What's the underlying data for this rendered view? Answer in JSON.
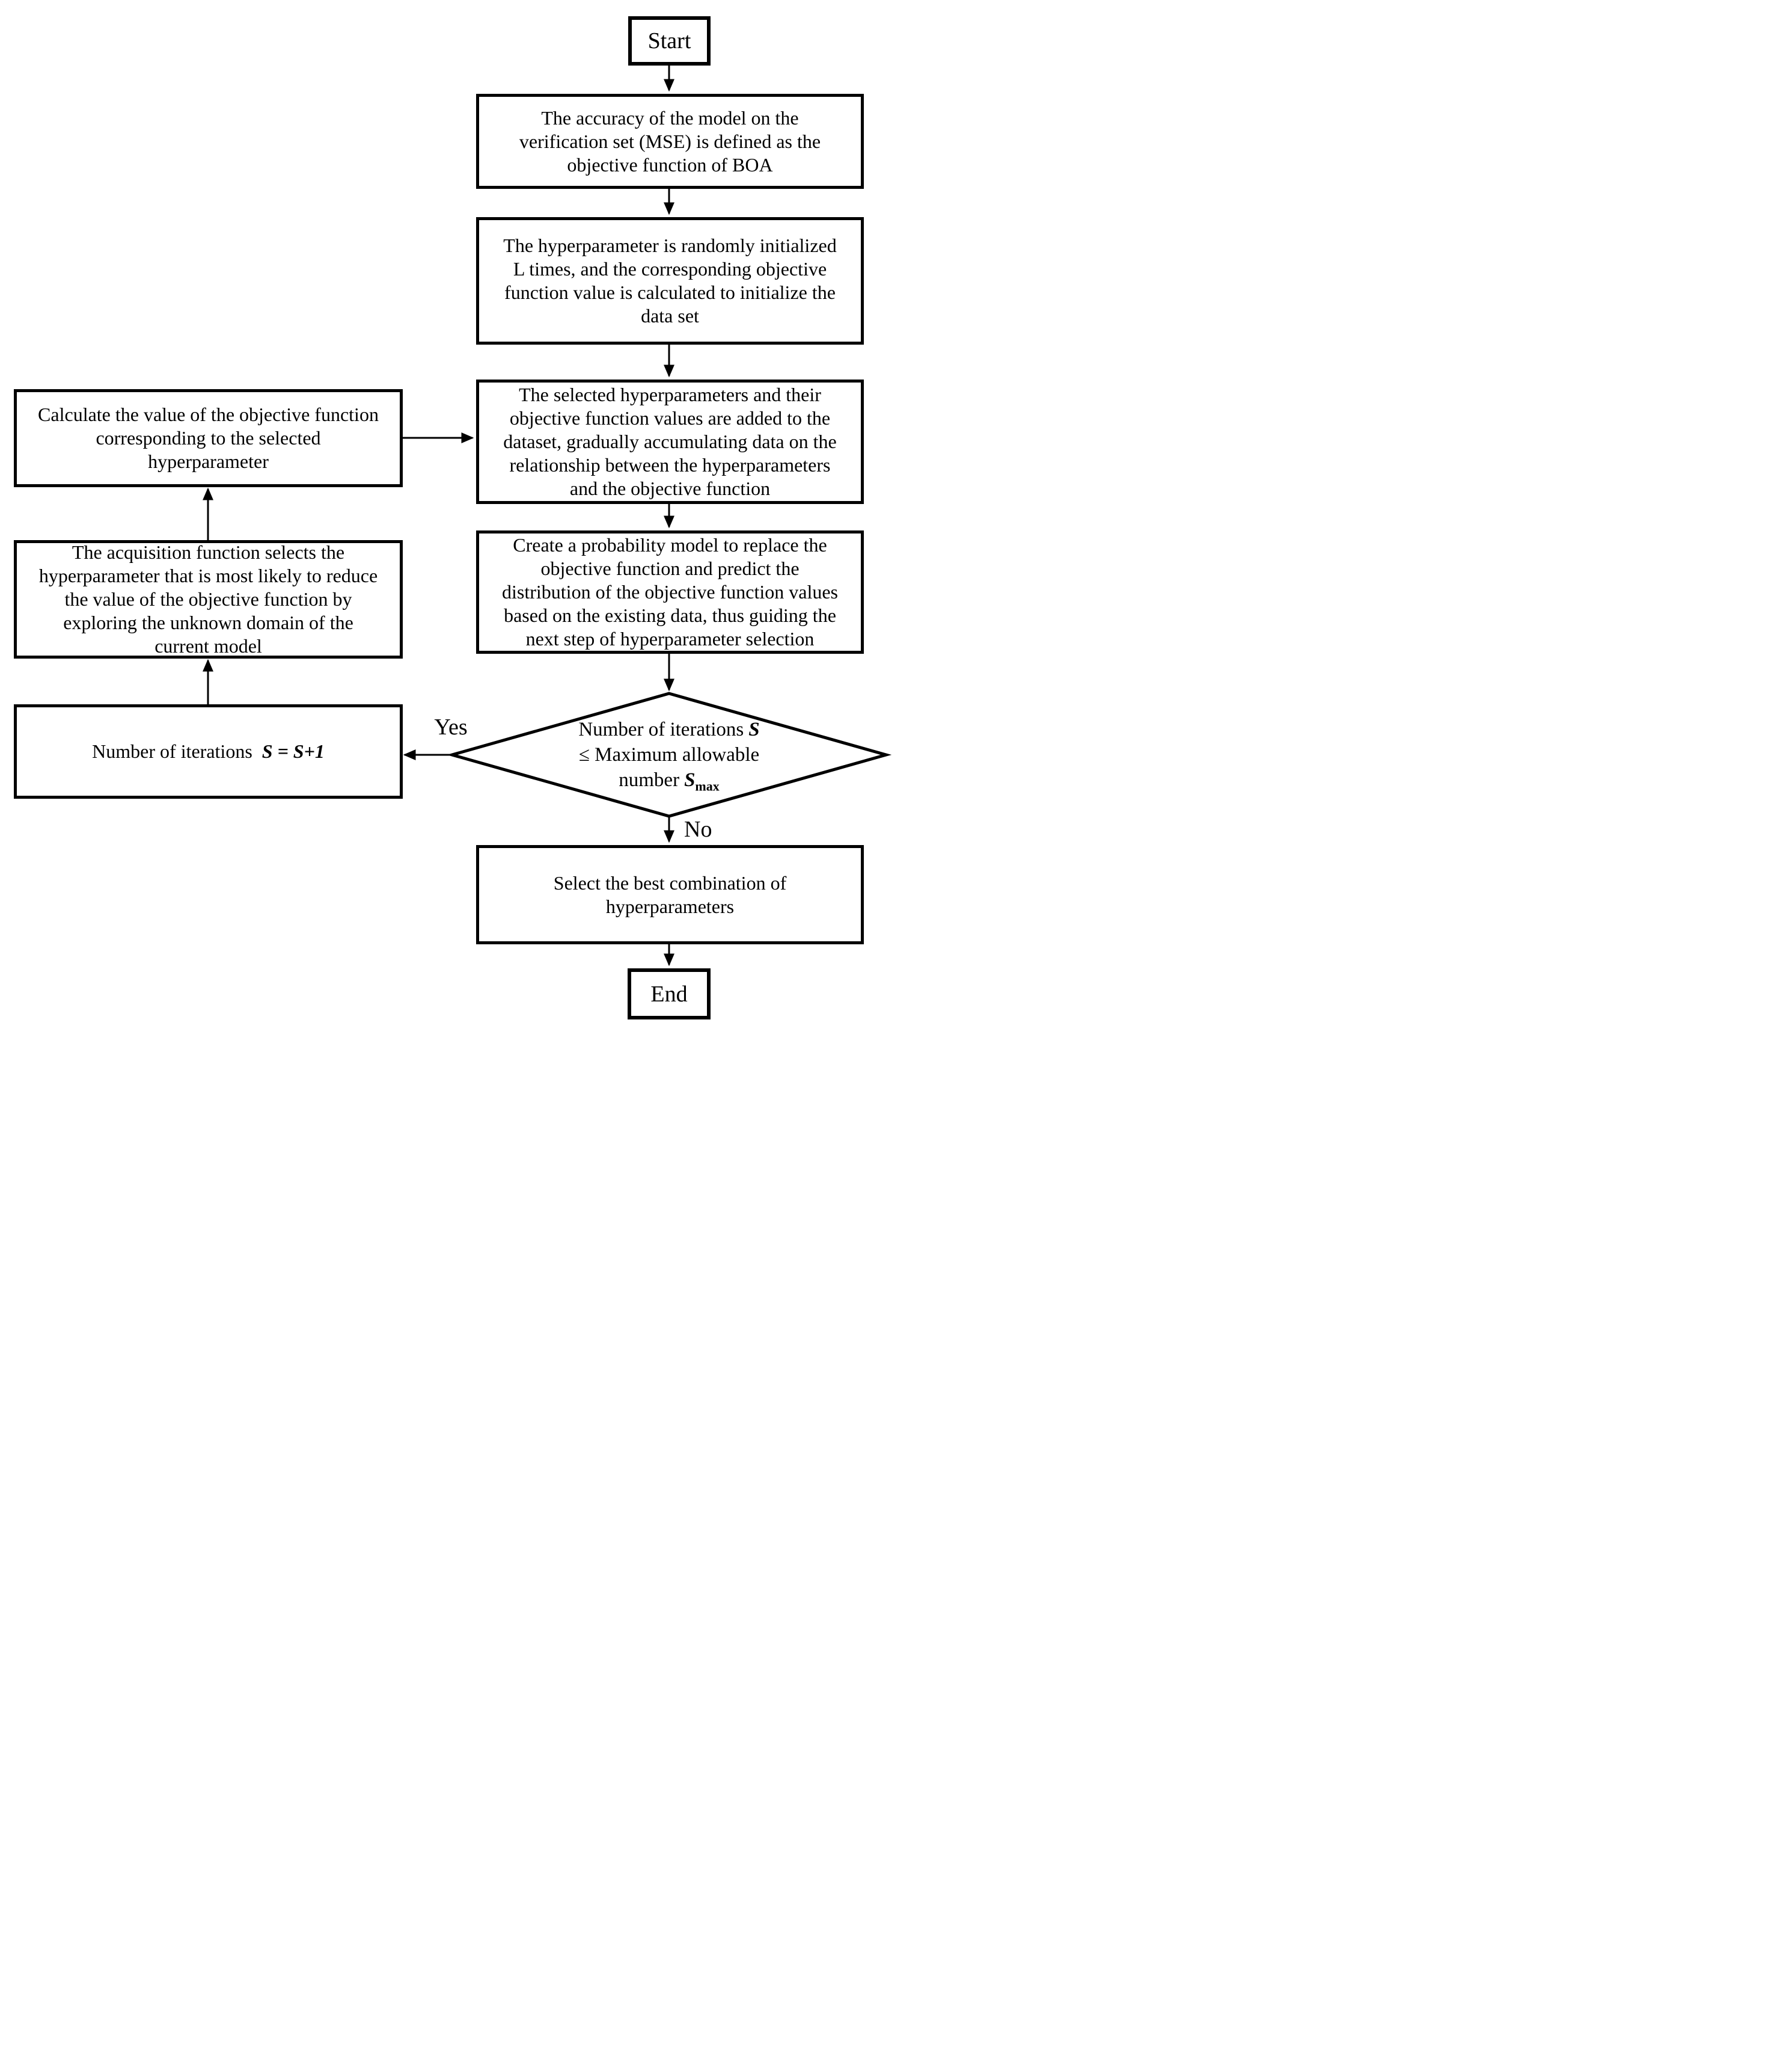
{
  "figure": {
    "background_color": "#ffffff",
    "line_color": "#000000",
    "type": "flowchart",
    "topic": "Bayesian Optimization Algorithm (BOA) hyperparameter tuning flow"
  },
  "nodes": {
    "start": {
      "label": "Start"
    },
    "define_objective": {
      "text": "The accuracy of the model on the\nverification set (MSE) is defined as the\nobjective function of BOA"
    },
    "random_init": {
      "text": "The hyperparameter is randomly initialized\nL times, and the corresponding objective\nfunction value is calculated to initialize the\ndata set"
    },
    "add_to_dataset": {
      "text": "The selected hyperparameters and their\nobjective function values are added to the\ndataset, gradually accumulating data on the\nrelationship between the hyperparameters\nand the objective function"
    },
    "calculate_objective": {
      "text": "Calculate the value of the objective function\ncorresponding to the selected\nhyperparameter"
    },
    "acquisition_select": {
      "text": "The acquisition function selects the\nhyperparameter that is most likely to reduce\nthe value of the objective function by\nexploring the unknown domain of the\ncurrent model"
    },
    "probability_model": {
      "text": "Create a probability model to replace the\nobjective function and predict the\ndistribution of the objective function values\nbased on the existing data, thus guiding the\nnext step of hyperparameter selection"
    },
    "iteration_decision": {
      "line1": "Number of iterations",
      "line1_var": "S",
      "line2": "≤ Maximum allowable",
      "line3": "number",
      "line3_var": "S",
      "line3_sub": "max"
    },
    "increment_iterations": {
      "prefix": "Number of iterations",
      "expression": "S = S+1"
    },
    "select_best": {
      "text": "Select the best combination of\nhyperparameters"
    },
    "end": {
      "label": "End"
    }
  },
  "edges": {
    "yes_label": "Yes",
    "no_label": "No"
  }
}
